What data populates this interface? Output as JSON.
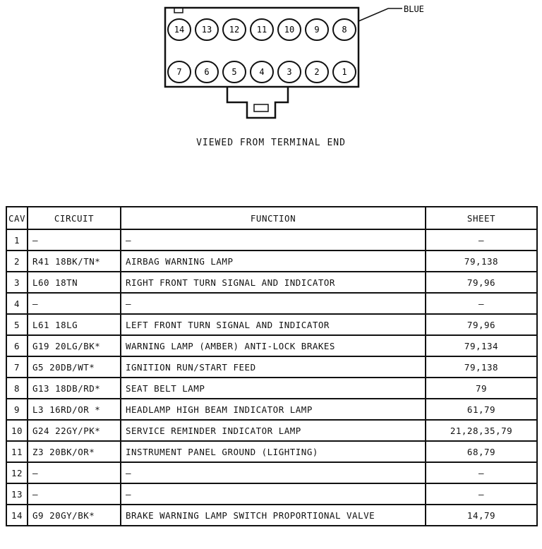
{
  "connector": {
    "top_row_pins": [
      "14",
      "13",
      "12",
      "11",
      "10",
      "9",
      "8"
    ],
    "bottom_row_pins": [
      "7",
      "6",
      "5",
      "4",
      "3",
      "2",
      "1"
    ],
    "color_callout": "BLUE"
  },
  "caption": "VIEWED FROM TERMINAL END",
  "table": {
    "headers": {
      "cav": "CAV",
      "circuit": "CIRCUIT",
      "function": "FUNCTION",
      "sheet": "SHEET"
    },
    "rows": [
      {
        "cav": "1",
        "circuit": "—",
        "function": "—",
        "sheet": "—"
      },
      {
        "cav": "2",
        "circuit": "R41 18BK/TN*",
        "function": "AIRBAG WARNING LAMP",
        "sheet": "79,138"
      },
      {
        "cav": "3",
        "circuit": "L60 18TN",
        "function": "RIGHT FRONT TURN SIGNAL AND INDICATOR",
        "sheet": "79,96"
      },
      {
        "cav": "4",
        "circuit": "—",
        "function": "—",
        "sheet": "—"
      },
      {
        "cav": "5",
        "circuit": "L61 18LG",
        "function": "LEFT FRONT TURN SIGNAL AND INDICATOR",
        "sheet": "79,96"
      },
      {
        "cav": "6",
        "circuit": "G19 20LG/BK*",
        "function": "WARNING LAMP (AMBER) ANTI-LOCK BRAKES",
        "sheet": "79,134"
      },
      {
        "cav": "7",
        "circuit": "G5 20DB/WT*",
        "function": "IGNITION RUN/START FEED",
        "sheet": "79,138"
      },
      {
        "cav": "8",
        "circuit": "G13 18DB/RD*",
        "function": "SEAT BELT LAMP",
        "sheet": "79"
      },
      {
        "cav": "9",
        "circuit": "L3 16RD/OR *",
        "function": "HEADLAMP HIGH BEAM INDICATOR LAMP",
        "sheet": "61,79"
      },
      {
        "cav": "10",
        "circuit": "G24 22GY/PK*",
        "function": "SERVICE REMINDER INDICATOR LAMP",
        "sheet": "21,28,35,79"
      },
      {
        "cav": "11",
        "circuit": "Z3 20BK/OR*",
        "function": "INSTRUMENT PANEL GROUND (LIGHTING)",
        "sheet": "68,79"
      },
      {
        "cav": "12",
        "circuit": "—",
        "function": "—",
        "sheet": "—"
      },
      {
        "cav": "13",
        "circuit": "—",
        "function": "—",
        "sheet": "—"
      },
      {
        "cav": "14",
        "circuit": "G9 20GY/BK*",
        "function": "BRAKE WARNING LAMP SWITCH PROPORTIONAL VALVE",
        "sheet": "14,79"
      }
    ]
  }
}
